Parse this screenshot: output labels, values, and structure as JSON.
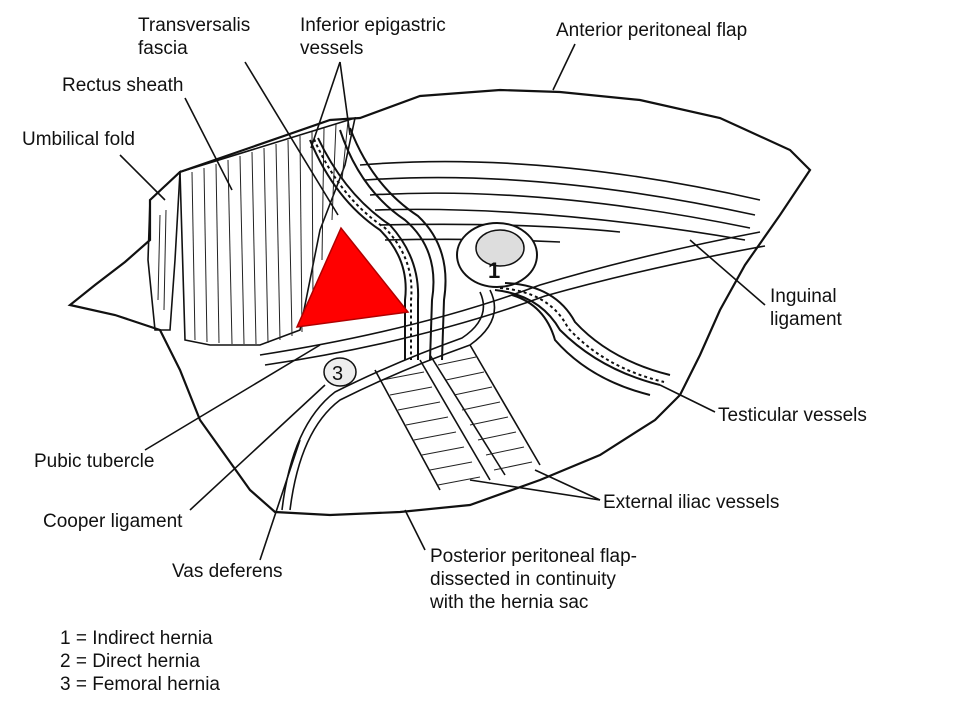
{
  "labels": {
    "transversalis_fascia": [
      "Transversalis",
      "fascia"
    ],
    "inferior_epigastric_vessels": [
      "Inferior epigastric",
      "vessels"
    ],
    "anterior_peritoneal_flap": "Anterior peritoneal flap",
    "rectus_sheath": "Rectus sheath",
    "umbilical_fold": "Umbilical fold",
    "inguinal_ligament": [
      "Inguinal",
      "ligament"
    ],
    "testicular_vessels": "Testicular vessels",
    "external_iliac_vessels": "External iliac vessels",
    "pubic_tubercle": "Pubic tubercle",
    "cooper_ligament": "Cooper ligament",
    "vas_deferens": "Vas deferens",
    "posterior_peritoneal_flap": [
      "Posterior peritoneal flap-",
      "dissected in continuity",
      "with the hernia sac"
    ]
  },
  "markers": {
    "indirect": "1",
    "femoral": "3"
  },
  "legend": [
    "1 = Indirect hernia",
    "2 = Direct hernia",
    "3 = Femoral hernia"
  ],
  "colors": {
    "triangle_fill": "#ff0000",
    "triangle_stroke": "#b00000",
    "line": "#111111",
    "background": "#ffffff"
  }
}
